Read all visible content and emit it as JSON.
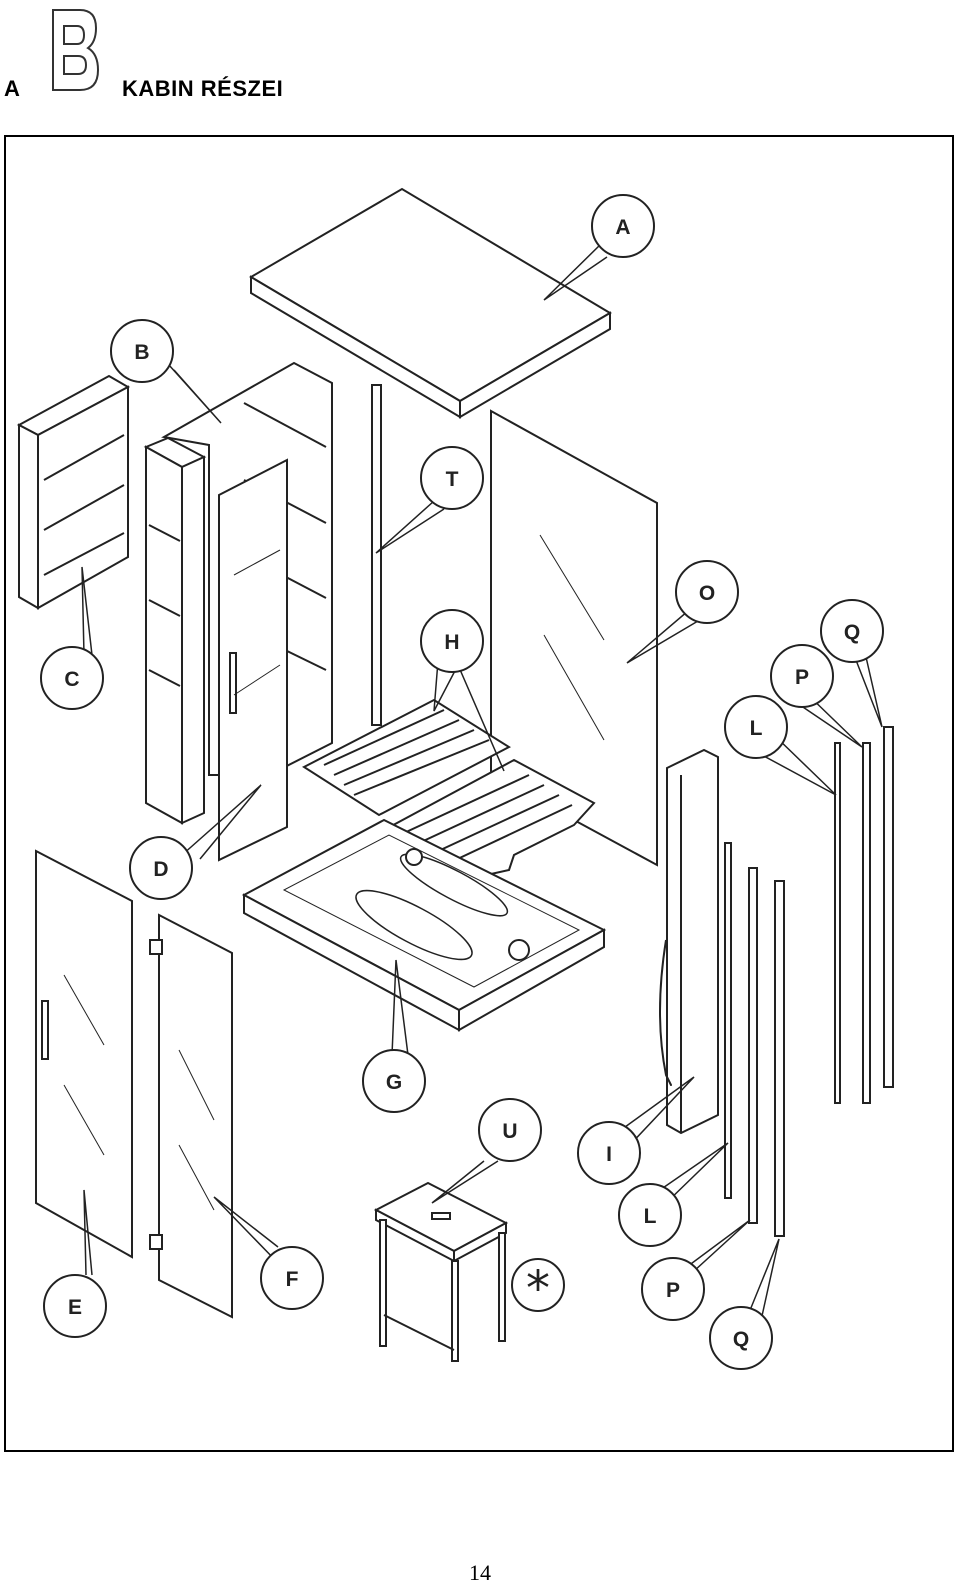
{
  "header": {
    "prefix": "A",
    "logo_letter": "B",
    "title": "KABIN RÉSZEI"
  },
  "callouts": [
    {
      "id": "A",
      "label": "A"
    },
    {
      "id": "B",
      "label": "B"
    },
    {
      "id": "C",
      "label": "C"
    },
    {
      "id": "T",
      "label": "T"
    },
    {
      "id": "O",
      "label": "O"
    },
    {
      "id": "H",
      "label": "H"
    },
    {
      "id": "Q1",
      "label": "Q"
    },
    {
      "id": "P1",
      "label": "P"
    },
    {
      "id": "L1",
      "label": "L"
    },
    {
      "id": "D",
      "label": "D"
    },
    {
      "id": "G",
      "label": "G"
    },
    {
      "id": "E",
      "label": "E"
    },
    {
      "id": "F",
      "label": "F"
    },
    {
      "id": "U",
      "label": "U"
    },
    {
      "id": "I",
      "label": "I"
    },
    {
      "id": "L2",
      "label": "L"
    },
    {
      "id": "P2",
      "label": "P"
    },
    {
      "id": "Q2",
      "label": "Q"
    }
  ],
  "page_number": "14"
}
